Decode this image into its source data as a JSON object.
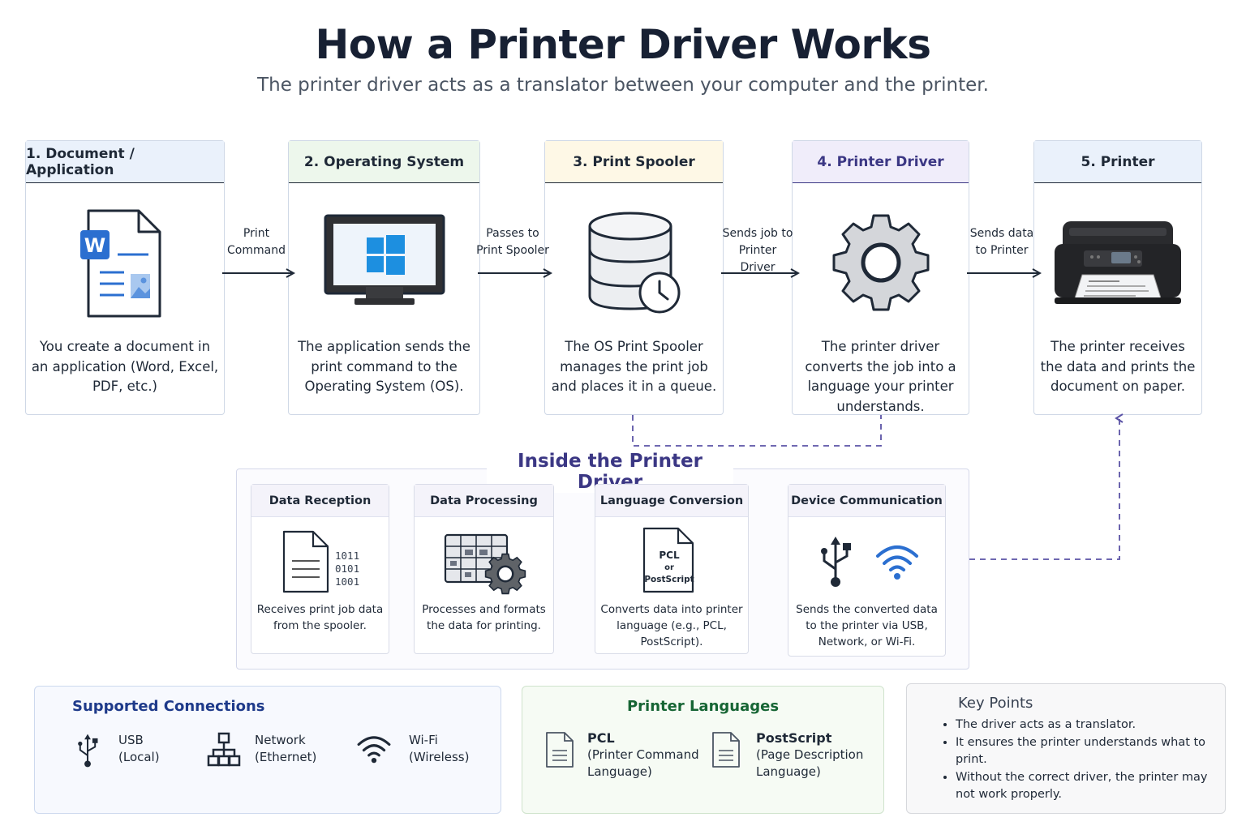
{
  "header": {
    "title": "How a Printer Driver Works",
    "subtitle": "The printer driver acts as a translator between your computer and the printer."
  },
  "steps": [
    {
      "title": "1. Document / Application",
      "desc": "You create a document in an application (Word, Excel, PDF, etc.)",
      "icon": "word-document-icon",
      "color": "#eaf1fb"
    },
    {
      "title": "2. Operating System",
      "desc": "The application sends the print command to the Operating System (OS).",
      "icon": "monitor-windows-icon",
      "color": "#edf7ec"
    },
    {
      "title": "3. Print Spooler",
      "desc": "The OS Print Spooler manages the print job and places it in a queue.",
      "icon": "database-clock-icon",
      "color": "#fef8e6"
    },
    {
      "title": "4. Printer Driver",
      "desc": "The printer driver converts the job into a language your printer understands.",
      "icon": "gear-icon",
      "color": "#f0edfa"
    },
    {
      "title": "5. Printer",
      "desc": "The printer receives the data and prints the document on paper.",
      "icon": "printer-icon",
      "color": "#eaf1fb"
    }
  ],
  "arrows": [
    {
      "line1": "Print",
      "line2": "Command"
    },
    {
      "line1": "Passes to",
      "line2": "Print Spooler"
    },
    {
      "line1": "Sends job to",
      "line2": "Printer Driver"
    },
    {
      "line1": "Sends data",
      "line2": "to Printer"
    }
  ],
  "inside": {
    "title": "Inside the Printer Driver",
    "stages": [
      {
        "title": "Data Reception",
        "desc": "Receives print job data from the spooler.",
        "binary": [
          "1011",
          "0101",
          "1001"
        ]
      },
      {
        "title": "Data Processing",
        "desc": "Processes and formats the data for printing."
      },
      {
        "title": "Language Conversion",
        "desc": "Converts data into printer language (e.g., PCL, PostScript).",
        "doc_lines": [
          "PCL",
          "or",
          "PostScript"
        ]
      },
      {
        "title": "Device Communication",
        "desc": "Sends the converted data to the printer via USB, Network, or Wi-Fi."
      }
    ]
  },
  "connections": {
    "title": "Supported Connections",
    "items": [
      {
        "name": "USB",
        "detail": "(Local)",
        "icon": "usb-icon"
      },
      {
        "name": "Network",
        "detail": "(Ethernet)",
        "icon": "network-icon"
      },
      {
        "name": "Wi-Fi",
        "detail": "(Wireless)",
        "icon": "wifi-icon"
      }
    ]
  },
  "languages": {
    "title": "Printer Languages",
    "items": [
      {
        "name": "PCL",
        "detail1": "(Printer Command",
        "detail2": "Language)"
      },
      {
        "name": "PostScript",
        "detail1": "(Page Description",
        "detail2": "Language)"
      }
    ]
  },
  "key_points": {
    "title": "Key Points",
    "items": [
      "The driver acts as a translator.",
      "It ensures the printer understands what to print.",
      "Without the correct driver, the printer may not work properly."
    ]
  },
  "colors": {
    "title": "#172033",
    "inside_title": "#3b3784",
    "connections_title": "#1e3a8a",
    "languages_title": "#166534",
    "dashed": "#5b53a6",
    "word_blue": "#2b6fd0",
    "windows_blue": "#1d8fe0"
  }
}
